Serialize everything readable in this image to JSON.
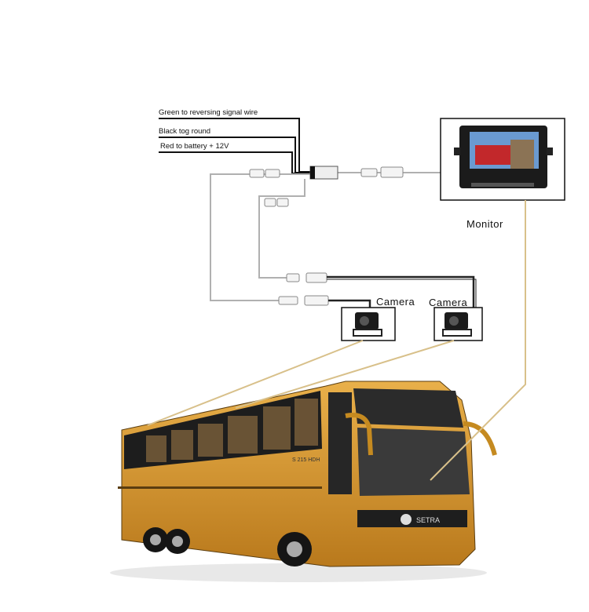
{
  "wire_labels": {
    "green": "Green to reversing signal wire",
    "black": "Black tog round",
    "red": "Red to battery + 12V"
  },
  "components": {
    "monitor": "Monitor",
    "camera_1": "Camera",
    "camera_2": "Camera"
  },
  "bus": {
    "brand": "SETRA",
    "side_text": "S 215 HDH"
  },
  "colors": {
    "leader_line": "#d8c08a",
    "bus_body": "#d99a2b",
    "wire_gray": "#b0b0b0",
    "wire_black": "#222222"
  }
}
